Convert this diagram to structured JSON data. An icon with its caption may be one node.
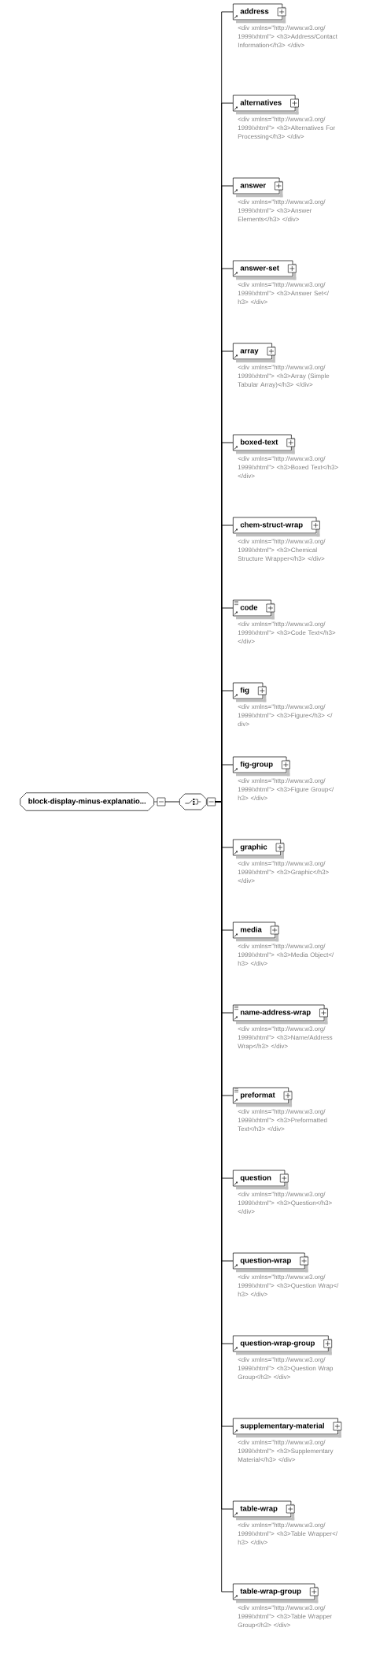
{
  "diagram": {
    "nodes": [
      {
        "text": [
          "block-display-minus-explanatio..."
        ]
      },
      {
        "text": [],
        "shape": "octagon"
      },
      {
        "text": [
          "address"
        ],
        "beside": [
          "<div xmlns=\"http://www.w3.org/1999/xhtml\"> <h3>Address/Contact Information</h3> </div>"
        ]
      },
      {
        "text": [
          "alternatives"
        ],
        "beside": [
          "<div xmlns=\"http://www.w3.org/1999/xhtml\"> <h3>Alternatives For Processing</h3> </div>"
        ]
      },
      {
        "text": [
          "answer"
        ],
        "beside": [
          "<div xmlns=\"http://www.w3.org/1999/xhtml\"> <h3>Answer Elements</h3> </div>"
        ]
      },
      {
        "text": [
          "answer-set"
        ],
        "beside": [
          "<div xmlns=\"http://www.w3.org/1999/xhtml\"> <h3>Answer Set</h3> </div>"
        ]
      },
      {
        "text": [
          "array"
        ],
        "beside": [
          "<div xmlns=\"http://www.w3.org/1999/xhtml\"> <h3>Array (Simple Tabular Array)</h3> </div>"
        ]
      },
      {
        "text": [
          "boxed-text"
        ],
        "beside": [
          "<div xmlns=\"http://www.w3.org/1999/xhtml\"> <h3>Boxed Text</h3> </div>"
        ]
      },
      {
        "text": [
          "chem-struct-wrap"
        ],
        "beside": [
          "<div xmlns=\"http://www.w3.org/1999/xhtml\"> <h3>Chemical Structure Wrapper</h3> </div>"
        ]
      },
      {
        "text": [
          "code"
        ],
        "beside": [
          "<div xmlns=\"http://www.w3.org/1999/xhtml\"> <h3>Code Text</h3> </div>"
        ]
      },
      {
        "text": [
          "fig"
        ],
        "beside": [
          "<div xmlns=\"http://www.w3.org/1999/xhtml\"> <h3>Figure</h3> </div>"
        ]
      },
      {
        "text": [
          "fig-group"
        ],
        "beside": [
          "<div xmlns=\"http://www.w3.org/1999/xhtml\"> <h3>Figure Group</h3> </div>"
        ]
      },
      {
        "text": [
          "graphic"
        ],
        "beside": [
          "<div xmlns=\"http://www.w3.org/1999/xhtml\"> <h3>Graphic</h3> </div>"
        ]
      },
      {
        "text": [
          "media"
        ],
        "beside": [
          "<div xmlns=\"http://www.w3.org/1999/xhtml\"> <h3>Media Object</h3> </div>"
        ]
      },
      {
        "text": [
          "name-address-wrap"
        ],
        "beside": [
          "<div xmlns=\"http://www.w3.org/1999/xhtml\"> <h3>Name/Address Wrap</h3> </div>"
        ]
      },
      {
        "text": [
          "preformat"
        ],
        "beside": [
          "<div xmlns=\"http://www.w3.org/1999/xhtml\"> <h3>Preformatted Text</h3> </div>"
        ]
      },
      {
        "text": [
          "question"
        ],
        "beside": [
          "<div xmlns=\"http://www.w3.org/1999/xhtml\"> <h3>Question</h3> </div>"
        ]
      },
      {
        "text": [
          "question-wrap"
        ],
        "beside": [
          "<div xmlns=\"http://www.w3.org/1999/xhtml\"> <h3>Question Wrap</h3> </div>"
        ]
      },
      {
        "text": [
          "question-wrap-group"
        ],
        "beside": [
          "<div xmlns=\"http://www.w3.org/1999/xhtml\"> <h3>Question Wrap Group</h3> </div>"
        ]
      },
      {
        "text": [
          "supplementary-material"
        ],
        "beside": [
          "<div xmlns=\"http://www.w3.org/1999/xhtml\"> <h3>Supplementary Material</h3> </div>"
        ]
      },
      {
        "text": [
          "table-wrap"
        ],
        "beside": [
          "<div xmlns=\"http://www.w3.org/1999/xhtml\"> <h3>Table Wrapper</h3> </div>"
        ]
      },
      {
        "text": [
          "table-wrap-group"
        ],
        "beside": [
          "<div xmlns=\"http://www.w3.org/1999/xhtml\"> <h3>Table Wrapper Group</h3> </div>"
        ]
      }
    ],
    "edges": [
      {
        "from": 0,
        "to": 1,
        "arrow": "none"
      },
      {
        "from": 1,
        "to": 2,
        "arrow": "none"
      },
      {
        "from": 1,
        "to": 3,
        "arrow": "none"
      },
      {
        "from": 1,
        "to": 4,
        "arrow": "none"
      },
      {
        "from": 1,
        "to": 5,
        "arrow": "none"
      },
      {
        "from": 1,
        "to": 6,
        "arrow": "none"
      },
      {
        "from": 1,
        "to": 7,
        "arrow": "none"
      },
      {
        "from": 1,
        "to": 8,
        "arrow": "none"
      },
      {
        "from": 1,
        "to": 9,
        "arrow": "none"
      },
      {
        "from": 1,
        "to": 10,
        "arrow": "none"
      },
      {
        "from": 1,
        "to": 11,
        "arrow": "none"
      },
      {
        "from": 1,
        "to": 12,
        "arrow": "none"
      },
      {
        "from": 1,
        "to": 13,
        "arrow": "none"
      },
      {
        "from": 1,
        "to": 14,
        "arrow": "none"
      },
      {
        "from": 1,
        "to": 15,
        "arrow": "none"
      },
      {
        "from": 1,
        "to": 16,
        "arrow": "none"
      },
      {
        "from": 1,
        "to": 17,
        "arrow": "none"
      },
      {
        "from": 1,
        "to": 18,
        "arrow": "none"
      },
      {
        "from": 1,
        "to": 19,
        "arrow": "none"
      },
      {
        "from": 1,
        "to": 20,
        "arrow": "none"
      },
      {
        "from": 1,
        "to": 21,
        "arrow": "none"
      }
    ]
  }
}
